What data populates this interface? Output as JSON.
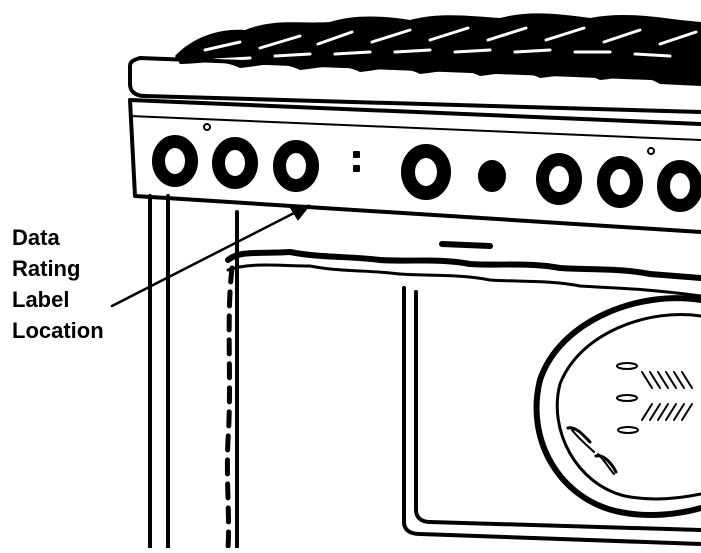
{
  "callout": {
    "lines": [
      "Data",
      "Rating",
      "Label",
      "Location"
    ]
  },
  "colors": {
    "ink": "#000000",
    "paper": "#ffffff"
  },
  "illustration": {
    "subject": "range-front-view-line-drawing"
  }
}
